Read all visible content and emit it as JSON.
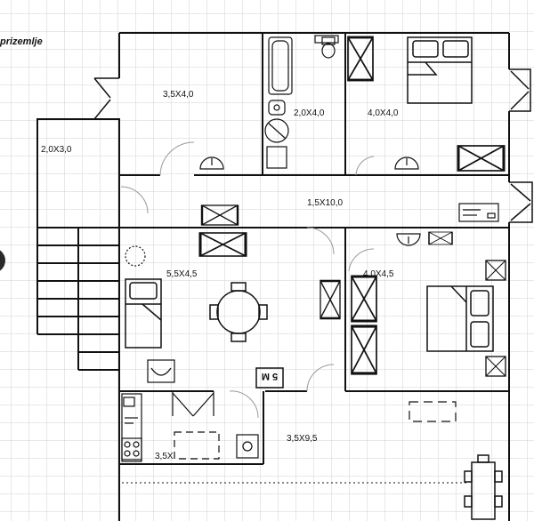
{
  "title": "prizemlje",
  "colors": {
    "grid": "#cfcfcf",
    "wall": "#111111",
    "fixture": "#222222"
  },
  "rooms": [
    {
      "id": "room-top-left",
      "label": "3,5X4,0"
    },
    {
      "id": "bathroom",
      "label": "2,0X4,0"
    },
    {
      "id": "bedroom-top-right",
      "label": "4,0X4,0"
    },
    {
      "id": "stair-landing",
      "label": "2,0X3,0"
    },
    {
      "id": "hallway",
      "label": "1,5X10,0"
    },
    {
      "id": "living-dining",
      "label": "5,5X4,5"
    },
    {
      "id": "bedroom-bottom-right",
      "label": "4,0X4,5"
    },
    {
      "id": "kitchen",
      "label": "3,5X"
    },
    {
      "id": "terrace",
      "label": "3,5X9,5"
    }
  ],
  "badge": "5 M",
  "icons": [
    "bed-icon",
    "double-bed-icon",
    "bathtub-icon",
    "toilet-icon",
    "sink-icon",
    "wardrobe-icon",
    "dining-table-icon",
    "stove-icon",
    "window-icon",
    "door-icon",
    "staircase-icon"
  ]
}
